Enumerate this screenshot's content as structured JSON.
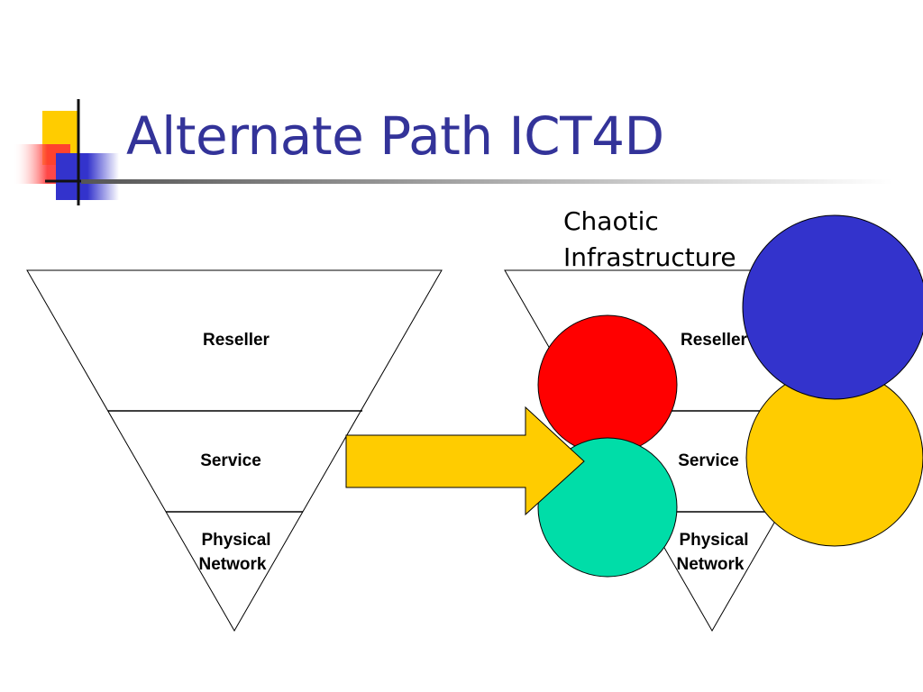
{
  "slide": {
    "title": "Alternate Path ICT4D",
    "chaos_label": {
      "line1": "Chaotic",
      "line2": "Infrastructure"
    }
  },
  "left_pyramid": {
    "layers": {
      "top": "Reseller",
      "middle": "Service",
      "bottom_line1": "Physical",
      "bottom_line2": "Network"
    }
  },
  "right_pyramid": {
    "layers": {
      "top": "Reseller",
      "middle": "Service",
      "bottom_line1": "Physical",
      "bottom_line2": "Network"
    }
  },
  "colors": {
    "title": "#333399",
    "arrow": "#FFCC00",
    "circle_red": "#FF0000",
    "circle_green": "#00DDA8",
    "circle_blue": "#3333CC",
    "circle_yellow": "#FFCC00",
    "logo_yellow": "#FFCC00",
    "logo_red": "#FF3333",
    "logo_blue": "#3333CC"
  }
}
